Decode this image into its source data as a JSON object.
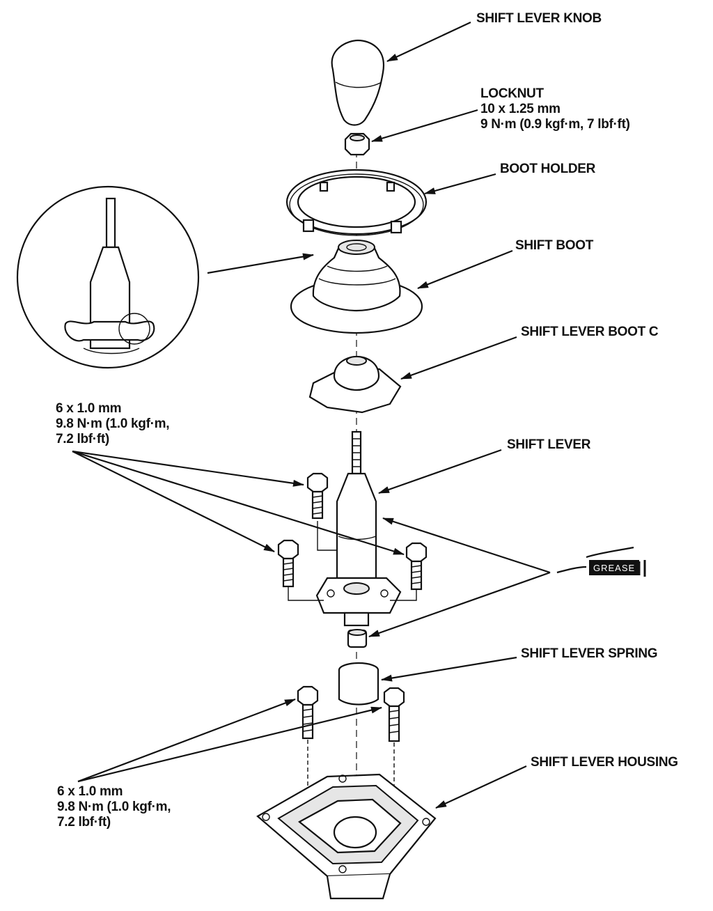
{
  "labels": {
    "knob": "SHIFT LEVER KNOB",
    "locknut": {
      "name": "LOCKNUT",
      "size": "10 x 1.25 mm",
      "torque": "9 N·m (0.9 kgf·m, 7 lbf·ft)"
    },
    "boot_holder": "BOOT HOLDER",
    "shift_boot": "SHIFT BOOT",
    "boot_c": "SHIFT LEVER BOOT C",
    "shift_lever": "SHIFT LEVER",
    "upper_bolts": {
      "size": "6 x 1.0 mm",
      "torque_line1": "9.8 N·m (1.0 kgf·m,",
      "torque_line2": "7.2 lbf·ft)"
    },
    "spring": "SHIFT LEVER SPRING",
    "housing": "SHIFT LEVER HOUSING",
    "lower_bolts": {
      "size": "6 x 1.0 mm",
      "torque_line1": "9.8 N·m (1.0 kgf·m,",
      "torque_line2": "7.2 lbf·ft)"
    }
  },
  "grease_symbol": "GREASE"
}
